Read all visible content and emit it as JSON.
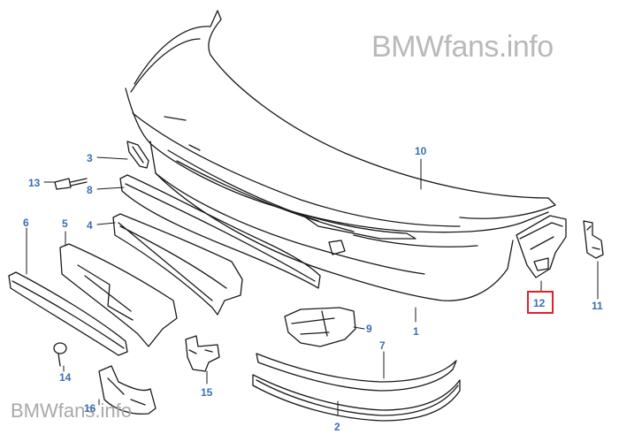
{
  "watermark": {
    "top": "BMWfans.info",
    "bottom": "BMWfans.info"
  },
  "callouts": [
    {
      "id": "c1",
      "label": "1"
    },
    {
      "id": "c2",
      "label": "2"
    },
    {
      "id": "c3",
      "label": "3"
    },
    {
      "id": "c4",
      "label": "4"
    },
    {
      "id": "c5",
      "label": "5"
    },
    {
      "id": "c6",
      "label": "6"
    },
    {
      "id": "c7",
      "label": "7"
    },
    {
      "id": "c8",
      "label": "8"
    },
    {
      "id": "c9",
      "label": "9"
    },
    {
      "id": "c10",
      "label": "10"
    },
    {
      "id": "c11",
      "label": "11"
    },
    {
      "id": "c12",
      "label": "12"
    },
    {
      "id": "c13",
      "label": "13"
    },
    {
      "id": "c14",
      "label": "14"
    },
    {
      "id": "c15",
      "label": "15"
    },
    {
      "id": "c16",
      "label": "16"
    }
  ],
  "highlighted_part": "12",
  "colors": {
    "callout": "#3a6fb0",
    "highlight": "#e0222c",
    "line": "#1a1a1a",
    "watermark": "#b9b9b9"
  }
}
